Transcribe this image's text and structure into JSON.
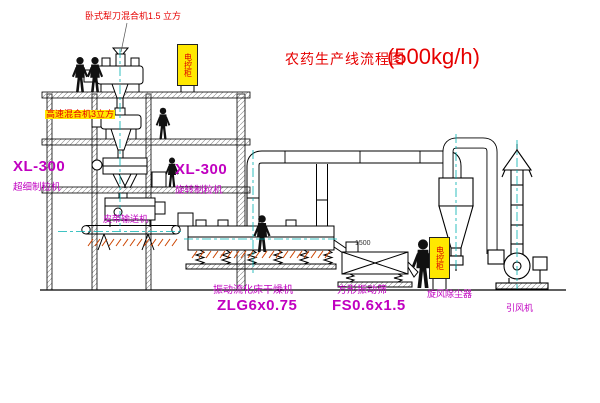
{
  "title": {
    "main": "农药生产线流程图",
    "capacity": "(500kg/h)"
  },
  "labels": {
    "horizontal_mixer": "卧式犁刀混合机1.5 立方",
    "high_speed_mixer": "高速混合机3立方",
    "granulator_left_model": "XL-300",
    "granulator_left_name": "超细制粒机",
    "granulator_center_model": "XL-300",
    "granulator_center_name": "旋转制粒机",
    "belt_conveyor": "皮带输送机",
    "dryer_name": "振动流化床干燥机",
    "dryer_model": "ZLG6x0.75",
    "screen_name": "方形振动筛",
    "screen_model": "FS0.6x1.5",
    "cyclone": "旋风除尘器",
    "fan": "引风机",
    "dimension": "1500",
    "control_panel_top": "电控柜",
    "control_panel_right": "电控柜"
  },
  "colors": {
    "label_magenta": "#c000c0",
    "label_red": "#e60000",
    "panel_yellow": "#ffe800",
    "centerline_cyan": "#00b0b0",
    "hatch_red": "#cc4400",
    "line_black": "#000000",
    "background": "#ffffff"
  }
}
